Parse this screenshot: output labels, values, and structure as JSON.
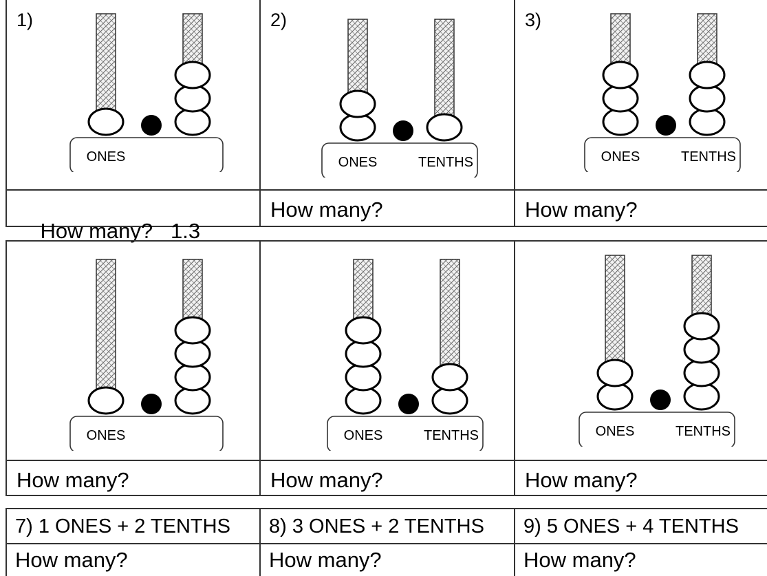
{
  "problems": [
    {
      "number": "1)",
      "ones": 1,
      "tenths": 3,
      "labels": [
        "ONES"
      ],
      "prompt": "How many?",
      "answer": "1.3"
    },
    {
      "number": "2)",
      "ones": 2,
      "tenths": 1,
      "labels": [
        "ONES",
        "TENTHS"
      ],
      "prompt": "How many?",
      "answer": ""
    },
    {
      "number": "3)",
      "ones": 3,
      "tenths": 3,
      "labels": [
        "ONES",
        "TENTHS"
      ],
      "prompt": "How many?",
      "answer": ""
    },
    {
      "number": "",
      "ones": 1,
      "tenths": 4,
      "labels": [
        "ONES"
      ],
      "prompt": "How many?",
      "answer": ""
    },
    {
      "number": "",
      "ones": 4,
      "tenths": 2,
      "labels": [
        "ONES",
        "TENTHS"
      ],
      "prompt": "How many?",
      "answer": ""
    },
    {
      "number": "",
      "ones": 2,
      "tenths": 4,
      "labels": [
        "ONES",
        "TENTHS"
      ],
      "prompt": "How many?",
      "answer": ""
    }
  ],
  "text_problems": [
    {
      "title": "7) 1 ONES + 2 TENTHS",
      "prompt": "How many?"
    },
    {
      "title": "8) 3 ONES + 2 TENTHS",
      "prompt": "How many?"
    },
    {
      "title": "9) 5 ONES + 4 TENTHS",
      "prompt": "How many?"
    }
  ]
}
